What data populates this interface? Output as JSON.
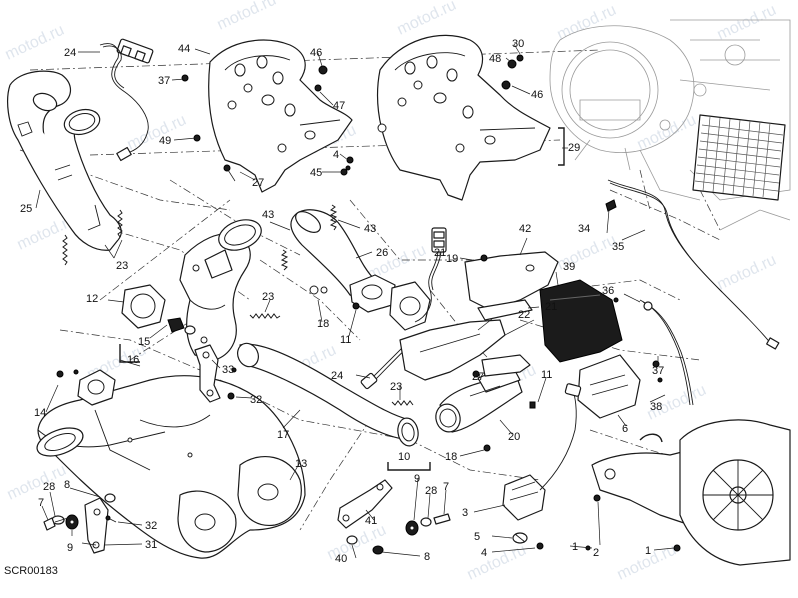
{
  "diagram": {
    "code": "SCR00183",
    "watermark": "motod.ru",
    "callouts": {
      "n1a": "1",
      "n1b": "1",
      "n2": "2",
      "n3": "3",
      "n4": "4",
      "n5": "5",
      "n6": "6",
      "n7a": "7",
      "n7b": "7",
      "n8a": "8",
      "n8b": "8",
      "n9a": "9",
      "n9b": "9",
      "n10": "10",
      "n11a": "11",
      "n11b": "11",
      "n12": "12",
      "n13": "13",
      "n14": "14",
      "n15": "15",
      "n16": "16",
      "n17": "17",
      "n18a": "18",
      "n18b": "18",
      "n19": "19",
      "n20": "20",
      "n21a": "21",
      "n21b": "21",
      "n22": "22",
      "n23a": "23",
      "n23b": "23",
      "n23c": "23",
      "n24a": "24",
      "n24b": "24",
      "n25": "25",
      "n26": "26",
      "n27a": "27",
      "n27b": "27",
      "n28a": "28",
      "n28b": "28",
      "n29": "29",
      "n30": "30",
      "n31": "31",
      "n32a": "32",
      "n32b": "32",
      "n33": "33",
      "n34": "34",
      "n35": "35",
      "n36": "36",
      "n37a": "37",
      "n37b": "37",
      "n38": "38",
      "n39": "39",
      "n40": "40",
      "n41": "41",
      "n42": "42",
      "n43a": "43",
      "n43b": "43",
      "n44": "44",
      "n45": "45",
      "n46a": "46",
      "n46b": "46",
      "n47": "47",
      "n48": "48",
      "n49": "49"
    }
  }
}
